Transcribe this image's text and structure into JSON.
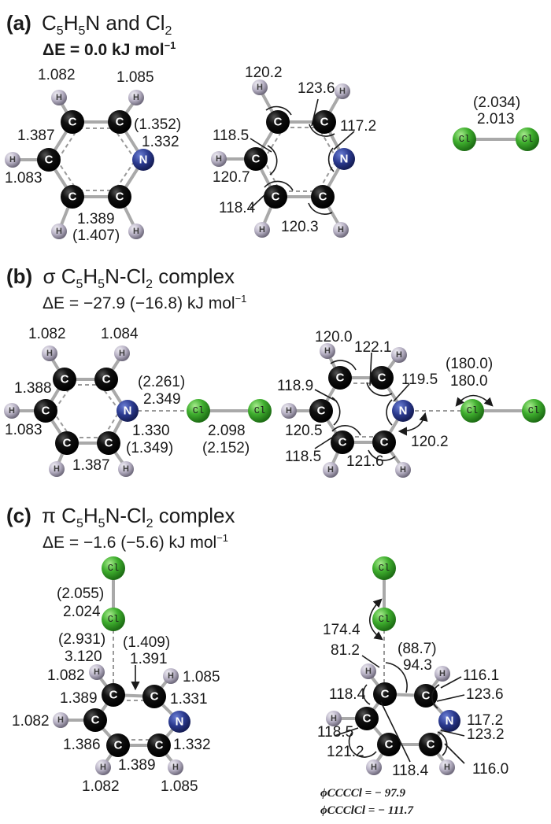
{
  "colors": {
    "carbon": "#111111",
    "nitrogen": "#2b3a8f",
    "hydrogen": "#b9b3c6",
    "chlorine": "#3fae2e",
    "bond": "#a9a9a9",
    "text": "#1a1a1a"
  },
  "panels": [
    {
      "id": "a",
      "label": "(a)",
      "title": "C5H5N and Cl2",
      "title_parts": {
        "prefix": "C",
        "s1": "5",
        "mid": "H",
        "s2": "5",
        "after": "N and Cl",
        "s3": "2",
        "tail": ""
      },
      "energy": "ΔE = 0.0 kJ mol",
      "energy_sup": "−1",
      "bond_lengths": [
        "1.082",
        "1.085",
        "1.387",
        "(1.352)",
        "1.332",
        "1.083",
        "1.389",
        "(1.407)"
      ],
      "angles": [
        "120.2",
        "123.6",
        "117.2",
        "118.5",
        "120.7",
        "118.4",
        "120.3"
      ],
      "cl2": {
        "bond": "2.013",
        "bond_alt": "(2.034)"
      }
    },
    {
      "id": "b",
      "label": "(b)",
      "title": "σ C5H5N-Cl2 complex",
      "title_parts": {
        "prefix": "σ C",
        "s1": "5",
        "mid": "H",
        "s2": "5",
        "after": "N-Cl",
        "s3": "2",
        "tail": " complex"
      },
      "energy": "ΔE = −27.9 (−16.8) kJ mol",
      "energy_sup": "−1",
      "bond_lengths": [
        "1.082",
        "1.084",
        "1.388",
        "1.083",
        "(2.261)",
        "2.349",
        "1.330",
        "(1.349)",
        "1.387",
        "2.098",
        "(2.152)"
      ],
      "angles": [
        "120.0",
        "122.1",
        "118.9",
        "119.5",
        "(180.0)",
        "180.0",
        "120.5",
        "118.5",
        "121.6",
        "120.2"
      ]
    },
    {
      "id": "c",
      "label": "(c)",
      "title": "π C5H5N-Cl2 complex",
      "title_parts": {
        "prefix": "π C",
        "s1": "5",
        "mid": "H",
        "s2": "5",
        "after": "N-Cl",
        "s3": "2",
        "tail": " complex"
      },
      "energy": "ΔE = −1.6 (−5.6) kJ mol",
      "energy_sup": "−1",
      "bond_lengths": [
        "(2.055)",
        "2.024",
        "(2.931)",
        "3.120",
        "(1.409)",
        "1.391",
        "1.082",
        "1.085",
        "1.389",
        "1.331",
        "1.082",
        "1.386",
        "1.332",
        "1.389",
        "1.082",
        "1.085"
      ],
      "angles": [
        "174.4",
        "(88.7)",
        "94.3",
        "81.2",
        "116.1",
        "118.4",
        "123.6",
        "117.2",
        "118.5",
        "123.2",
        "121.2",
        "118.4",
        "116.0"
      ],
      "dihedrals": [
        "ϕCCCCl = − 97.9",
        "ϕCCClCl = − 111.7"
      ]
    }
  ],
  "atom_labels": {
    "C": "C",
    "N": "N",
    "H": "H",
    "Cl": "Cl"
  }
}
